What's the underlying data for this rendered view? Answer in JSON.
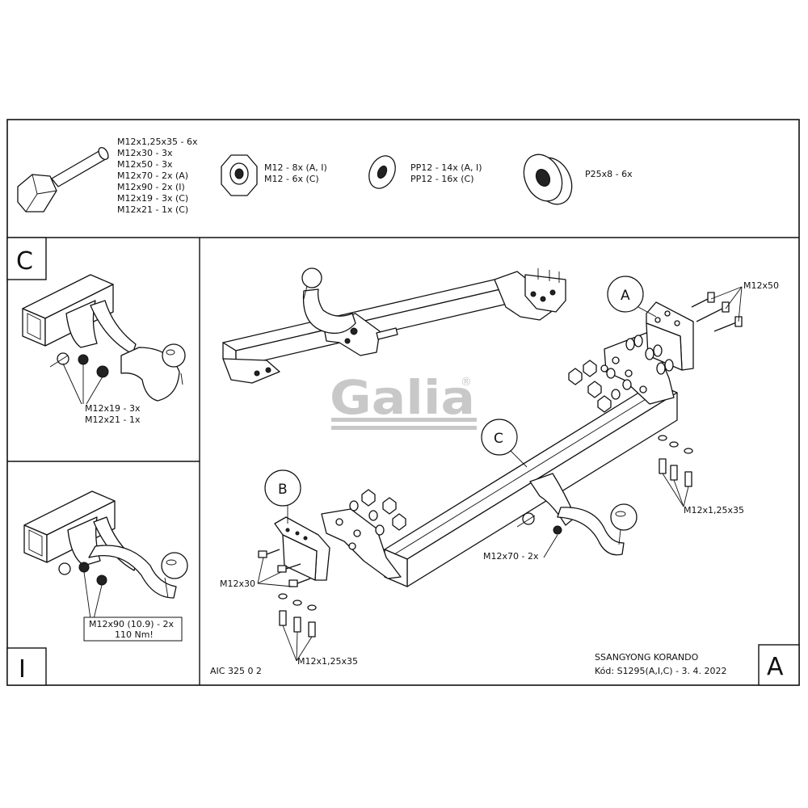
{
  "hardware": {
    "bolt_lines": [
      "M12x1,25x35 - 6x",
      "M12x30 - 3x",
      "M12x50 - 3x",
      "M12x70 - 2x (A)",
      "M12x90 - 2x (I)",
      "M12x19 - 3x (C)",
      "M12x21 - 1x (C)"
    ],
    "nut_lines": [
      "M12 - 8x (A, I)",
      "M12 - 6x (C)"
    ],
    "washer_lines": [
      "PP12 - 14x (A, I)",
      "PP12 - 16x (C)"
    ],
    "spacer_line": "P25x8 - 6x"
  },
  "panels": {
    "c": {
      "letter": "C",
      "label_1": "M12x19 - 3x",
      "label_2": "M12x21 - 1x"
    },
    "i": {
      "letter": "I",
      "label_1": "M12x90 (10.9) - 2x",
      "label_2": "110 Nm!"
    },
    "a": {
      "letter": "A"
    }
  },
  "main": {
    "callout_a": "A",
    "callout_b": "B",
    "callout_c": "C",
    "m12x50": "M12x50",
    "m12x125_right": "M12x1,25x35",
    "m12x70": "M12x70 - 2x",
    "m12x30": "M12x30",
    "m12x125_left": "M12x1,25x35"
  },
  "logo": {
    "text": "Galia",
    "mark": "®"
  },
  "footer": {
    "doc_code": "AIC 325 0 2",
    "vehicle": "SSANGYONG KORANDO",
    "code": "Kód: S1295(A,I,C) - 3. 4. 2022"
  }
}
